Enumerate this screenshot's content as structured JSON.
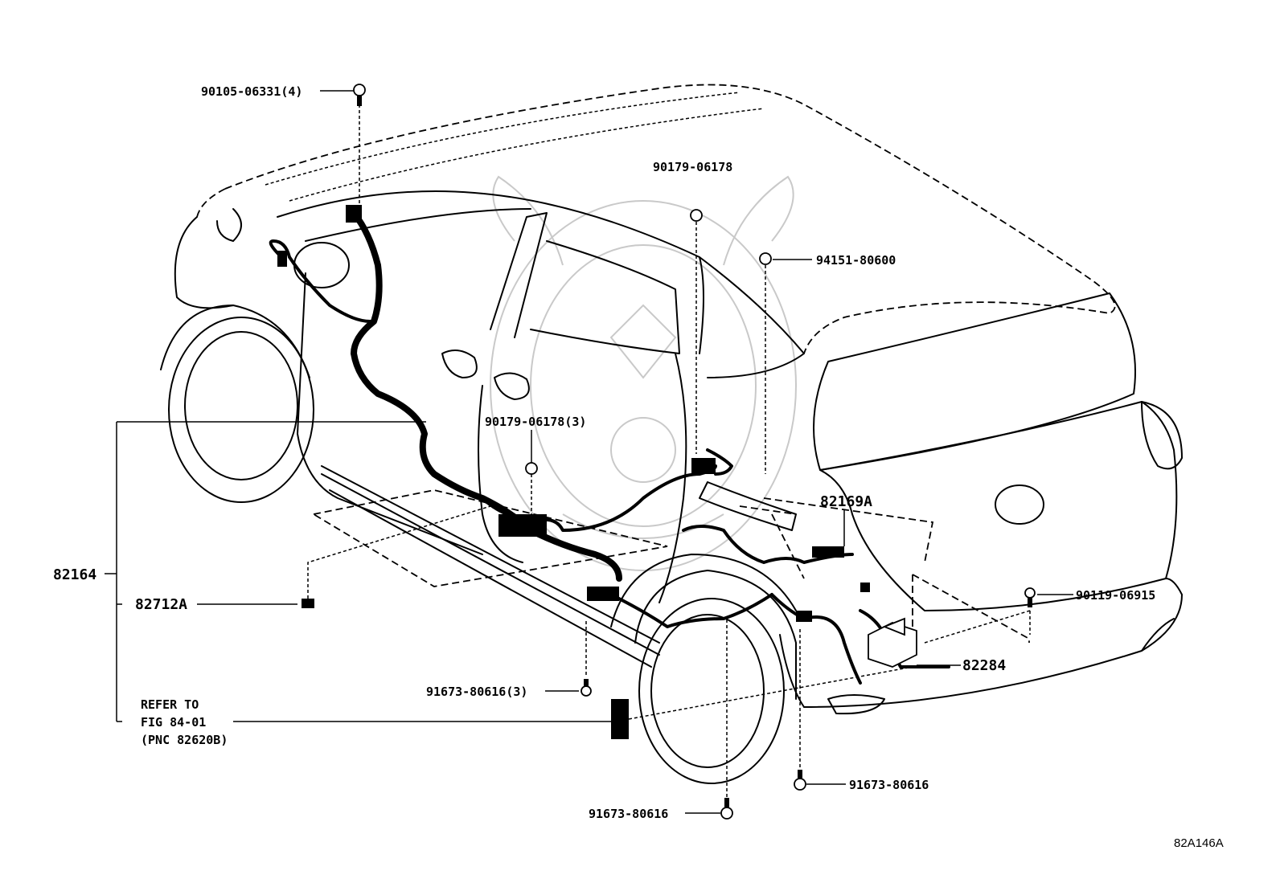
{
  "diagram_id": "82A146A",
  "callouts": {
    "bolt_front_pillar": "90105-06331(4)",
    "clip_center_top": "90179-06178",
    "clip_center_mid": "90179-06178(3)",
    "nut_quarter": "94151-80600",
    "wire_main": "82164",
    "protector": "82712A",
    "wire_rear": "82169A",
    "bolt_rear_right": "90119-06915",
    "junction_block": "82284",
    "bolt_floor_left": "91673-80616(3)",
    "bolt_floor_center": "91673-80616",
    "bolt_floor_right": "91673-80616"
  },
  "reference_note": {
    "line1": "REFER TO",
    "line2": "FIG 84-01",
    "line3": "(PNC 82620B)"
  }
}
